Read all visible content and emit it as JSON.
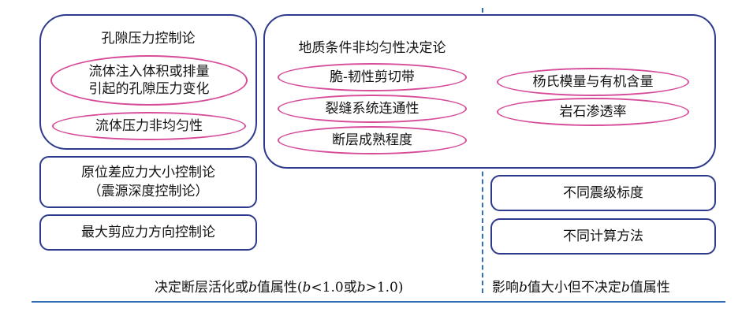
{
  "pore_pressure": {
    "title": "孔隙压力控制论",
    "items": [
      "流体注入体积或排量\n引起的孔隙压力变化",
      "流体压力非均匀性"
    ]
  },
  "geology": {
    "title": "地质条件非均匀性决定论",
    "left_items": [
      "脆-韧性剪切带",
      "裂缝系统连通性",
      "断层成熟程度"
    ],
    "right_items": [
      "杨氏模量与有机含量",
      "岩石渗透率"
    ]
  },
  "in_situ": {
    "line1": "原位差应力大小控制论",
    "line2": "（震源深度控制论）"
  },
  "max_shear": "最大剪应力方向控制论",
  "scale": "不同震级标度",
  "calc": "不同计算方法",
  "caption_left": {
    "prefix": "决定断层活化或",
    "b": "b",
    "mid": "值属性(",
    "cond1": "<1.0或",
    "cond2": ">1.0)"
  },
  "caption_right": {
    "prefix": "影响",
    "b": "b",
    "mid": "值大小但不决定",
    "suffix": "值属性"
  },
  "colors": {
    "box": "#2e3a8c",
    "ellipse": "#d64c9a",
    "divider": "#2e6fb8"
  }
}
